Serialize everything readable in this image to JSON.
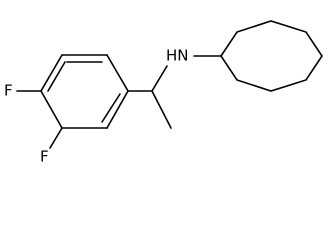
{
  "atoms": {
    "fluorine_para": "F",
    "fluorine_meta": "F",
    "amine": "HN"
  }
}
